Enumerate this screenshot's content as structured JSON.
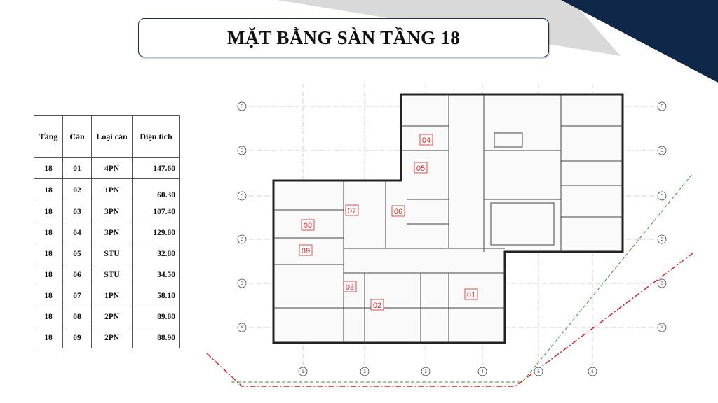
{
  "title": "MẶT BẰNG SÀN TẦNG 18",
  "table": {
    "headers": [
      "Tầng",
      "Căn",
      "Loại căn",
      "Diện tích"
    ],
    "rows": [
      [
        "18",
        "01",
        "4PN",
        "147.60"
      ],
      [
        "18",
        "02",
        "1PN",
        "60.30"
      ],
      [
        "18",
        "03",
        "3PN",
        "107.40"
      ],
      [
        "18",
        "04",
        "3PN",
        "129.80"
      ],
      [
        "18",
        "05",
        "STU",
        "32.80"
      ],
      [
        "18",
        "06",
        "STU",
        "34.50"
      ],
      [
        "18",
        "07",
        "1PN",
        "58.10"
      ],
      [
        "18",
        "08",
        "2PN",
        "89.80"
      ],
      [
        "18",
        "09",
        "2PN",
        "88.90"
      ]
    ]
  },
  "plan": {
    "units": [
      "01",
      "02",
      "03",
      "04",
      "05",
      "06",
      "07",
      "08",
      "09"
    ],
    "row_axes": [
      "F",
      "E",
      "D",
      "C",
      "B",
      "A"
    ],
    "col_axes": [
      "1",
      "2",
      "3",
      "4",
      "5",
      "6"
    ]
  },
  "colors": {
    "navy": "#0f2748",
    "grey": "#d9d9d9",
    "unit_red": "#d22222"
  }
}
